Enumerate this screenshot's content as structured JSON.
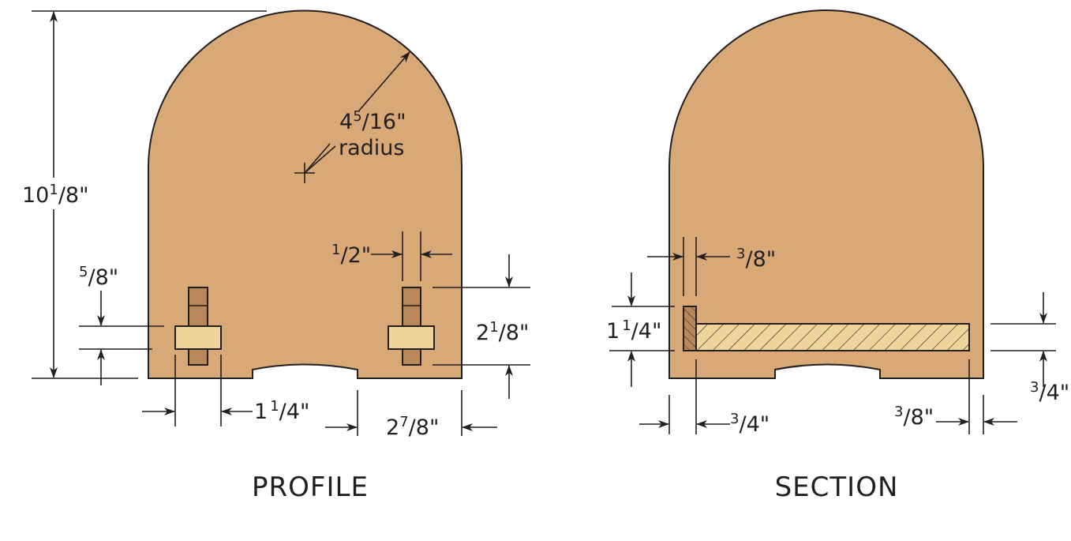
{
  "colors": {
    "wood": "#d9a877",
    "nut": "#efd49c",
    "stem": "#b98758",
    "line": "#231f20",
    "hatch_board": "#efd49c",
    "hatch_piece": "#b98758"
  },
  "profile": {
    "title": "PROFILE",
    "height": {
      "whole": "10",
      "num": "1",
      "den": "8"
    },
    "radius": {
      "whole": "4",
      "num": "5",
      "den": "16",
      "label": "radius"
    },
    "nut_thickness": {
      "whole": "",
      "num": "5",
      "den": "8"
    },
    "stem_width": {
      "whole": "",
      "num": "1",
      "den": "2"
    },
    "bolt_height": {
      "whole": "2",
      "num": "1",
      "den": "8"
    },
    "nut_width": {
      "whole": "1",
      "num": "1",
      "den": "4"
    },
    "edge_offset": {
      "whole": "2",
      "num": "7",
      "den": "8"
    }
  },
  "section": {
    "title": "SECTION",
    "piece_thickness": {
      "whole": "",
      "num": "3",
      "den": "8"
    },
    "piece_height": {
      "whole": "1",
      "num": "1",
      "den": "4"
    },
    "board_thickness": {
      "whole": "",
      "num": "3",
      "den": "4"
    },
    "left_offset": {
      "whole": "",
      "num": "3",
      "den": "4"
    },
    "right_offset": {
      "whole": "",
      "num": "3",
      "den": "8"
    }
  }
}
